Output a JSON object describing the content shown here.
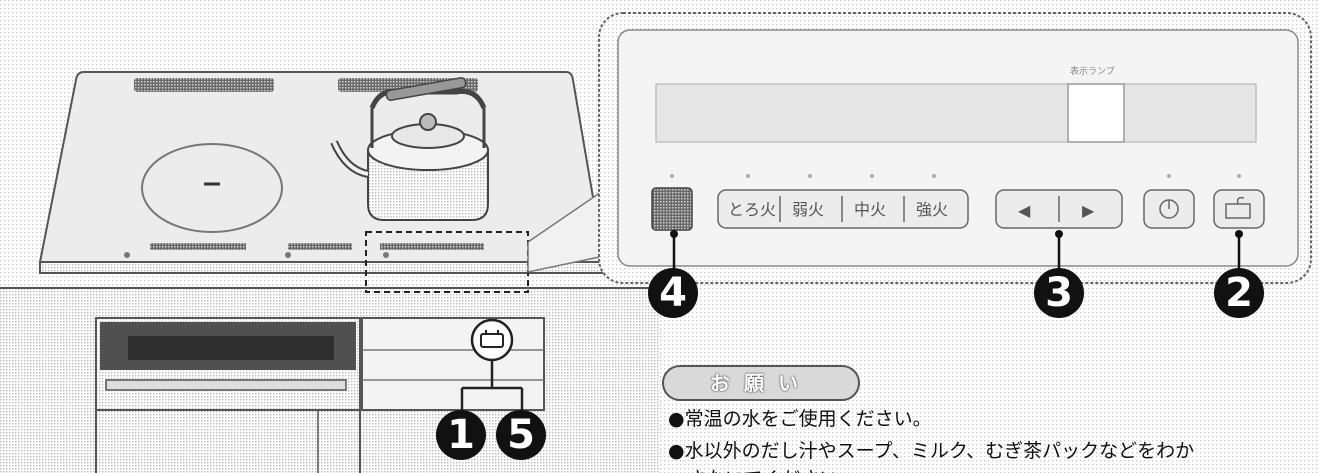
{
  "panel": {
    "display_label": "表示ランプ",
    "heat_buttons": [
      "とろ火",
      "弱火",
      "中火",
      "強火"
    ],
    "arrow_left": "◀",
    "arrow_right": "▶",
    "power_symbol": "⏻"
  },
  "markers": {
    "m1": "1",
    "m2": "2",
    "m3": "3",
    "m4": "4",
    "m5": "5"
  },
  "notice": {
    "title": "お願い",
    "items": [
      "●常温の水をご使用ください。",
      "●水以外のだし汁やスープ、ミルク、むぎ茶パックなどをわか",
      "　さないでください。"
    ]
  },
  "colors": {
    "stipple_light": "#e4e4e4",
    "stipple_dark": "#8a8a8a",
    "outline": "#555555",
    "marker_bg": "#111111"
  }
}
